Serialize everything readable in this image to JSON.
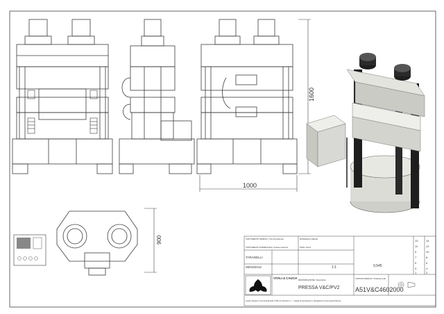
{
  "dimensions": {
    "height_label": "1600",
    "width_label": "1000",
    "top_view_label": "900"
  },
  "title_block": {
    "trattamento_termico": "TRATTAMENTO TERMICO / Thermal treatment",
    "trattamento_superficiale": "TRATTAMENTO SUPERFICIALE / Surface treatment",
    "materiale": "MATERIALE / Material",
    "note": "NOTE / Notes",
    "disegnatore_value": "TARANELLI",
    "date_value": "08/03/2012",
    "company_name": "VITALI & CAUCIA",
    "description_label": "DENOMINAZIONE / Description",
    "description_value": "PRESSA V&C/PV2",
    "scale_value": "1:1",
    "mass_value": "0,545",
    "drawing_number_label": "CODICE DISEGNO / Drawing code",
    "drawing_number": "A51V&C4602000",
    "footer_note": "Questo disegno è di proprietà della VITALI & CAUCIA s.r.l. - Vietata la riproduzione o divulgazione senza autorizzazione",
    "revision_numbers": [
      "13",
      "14",
      "11",
      "12",
      "9",
      "10",
      "7",
      "8",
      "5",
      "6",
      "3",
      "4",
      "1",
      "2"
    ]
  },
  "colors": {
    "line": "#3a3a3a",
    "frame": "#555555",
    "render_body": "#dcdcd6",
    "render_dark": "#1e1e1e",
    "panel": "#d8d8d4"
  }
}
